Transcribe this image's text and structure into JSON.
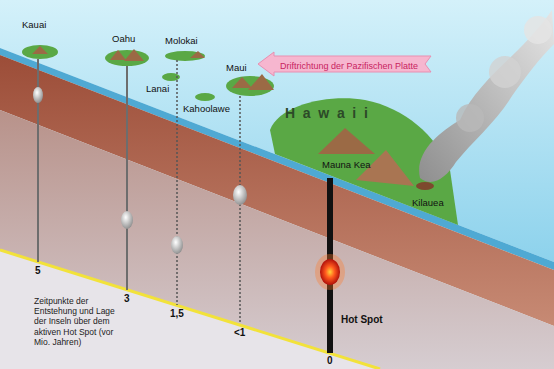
{
  "diagram": {
    "nodes": [
      {
        "text": [
          "Driftrichtung der Pazifischen Platte"
        ]
      }
    ],
    "labels": [
      "Kauai",
      "Oahu",
      "Molokai",
      "Lanai",
      "Kahoolawe",
      "Maui",
      "Hawaii",
      "Mauna Kea",
      "Kilauea",
      "Hot Spot",
      "5",
      "3",
      "1,5",
      "<1",
      "0",
      "Zeitpunkte der Entstehung und Lage der Inseln über dem aktiven Hot Spot (vor Mio. Jahren)"
    ]
  }
}
